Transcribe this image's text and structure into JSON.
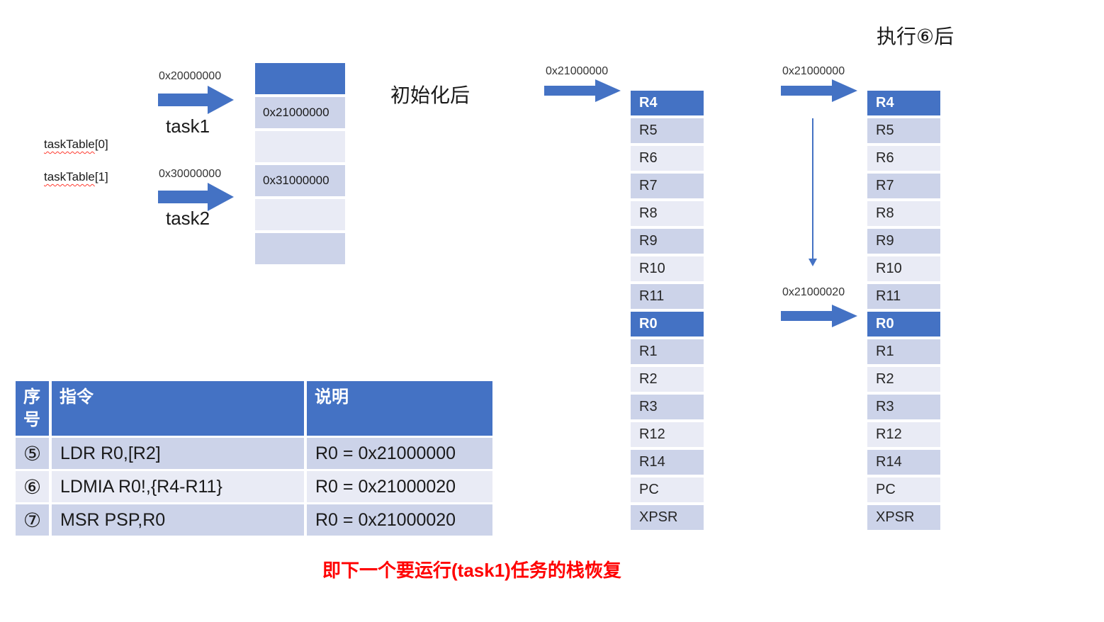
{
  "colors": {
    "accent_blue": "#4472C4",
    "row_lavender": "#CCD3E9",
    "row_light": "#E9EBF5",
    "note_red": "#FF0000",
    "text_dark": "#262626"
  },
  "headings": {
    "after_step6": "执行⑥后",
    "after_init": "初始化后"
  },
  "task_pointers": [
    {
      "label": "taskTable[0]",
      "task_name": "task1",
      "address": "0x20000000"
    },
    {
      "label": "taskTable[1]",
      "task_name": "task2",
      "address": "0x30000000"
    }
  ],
  "tcb_memory": {
    "cells": [
      {
        "text": "",
        "style": "header"
      },
      {
        "text": "0x21000000",
        "style": "lavender"
      },
      {
        "text": "",
        "style": "light"
      },
      {
        "text": "0x31000000",
        "style": "lavender"
      },
      {
        "text": "",
        "style": "light"
      },
      {
        "text": "",
        "style": "lavender"
      }
    ]
  },
  "stack_registers": [
    {
      "name": "R4",
      "highlight": true
    },
    {
      "name": "R5"
    },
    {
      "name": "R6"
    },
    {
      "name": "R7"
    },
    {
      "name": "R8"
    },
    {
      "name": "R9"
    },
    {
      "name": "R10"
    },
    {
      "name": "R11"
    },
    {
      "name": "R0",
      "highlight": true
    },
    {
      "name": "R1"
    },
    {
      "name": "R2"
    },
    {
      "name": "R3"
    },
    {
      "name": "R12"
    },
    {
      "name": "R14"
    },
    {
      "name": "PC"
    },
    {
      "name": "XPSR"
    }
  ],
  "stack_after_init": {
    "pointer_address": "0x21000000"
  },
  "stack_after_step6": {
    "pointer_top_address": "0x21000000",
    "pointer_mid_address": "0x21000020"
  },
  "instruction_table": {
    "headers": [
      "序号",
      "指令",
      "说明"
    ],
    "rows": [
      {
        "num": "⑤",
        "instruction": "LDR R0,[R2]",
        "description": "R0 = 0x21000000"
      },
      {
        "num": "⑥",
        "instruction": "LDMIA R0!,{R4-R11}",
        "description": "R0 = 0x21000020"
      },
      {
        "num": "⑦",
        "instruction": "MSR PSP,R0",
        "description": "R0 = 0x21000020"
      }
    ]
  },
  "note": "即下一个要运行(task1)任务的栈恢复"
}
